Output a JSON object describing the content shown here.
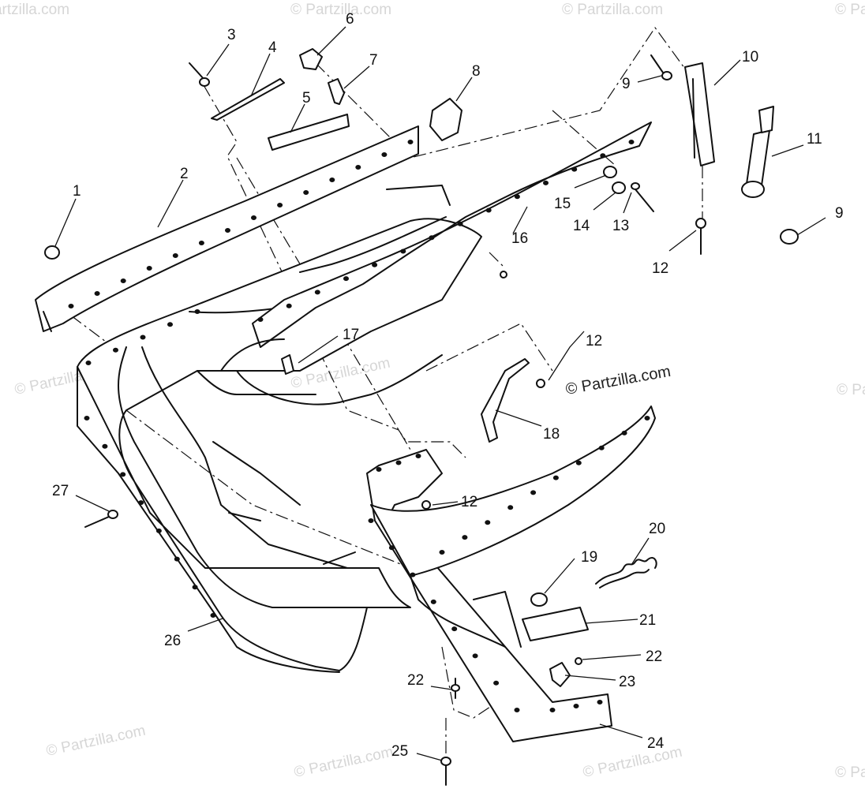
{
  "watermark": {
    "text": "© Partzilla.com"
  },
  "callouts": [
    {
      "id": "c1",
      "label": "1"
    },
    {
      "id": "c2",
      "label": "2"
    },
    {
      "id": "c3",
      "label": "3"
    },
    {
      "id": "c4",
      "label": "4"
    },
    {
      "id": "c5",
      "label": "5"
    },
    {
      "id": "c6",
      "label": "6"
    },
    {
      "id": "c7",
      "label": "7"
    },
    {
      "id": "c8",
      "label": "8"
    },
    {
      "id": "c9a",
      "label": "9"
    },
    {
      "id": "c9b",
      "label": "9"
    },
    {
      "id": "c10",
      "label": "10"
    },
    {
      "id": "c11",
      "label": "11"
    },
    {
      "id": "c12a",
      "label": "12"
    },
    {
      "id": "c12b",
      "label": "12"
    },
    {
      "id": "c12c",
      "label": "12"
    },
    {
      "id": "c13",
      "label": "13"
    },
    {
      "id": "c14",
      "label": "14"
    },
    {
      "id": "c15",
      "label": "15"
    },
    {
      "id": "c16",
      "label": "16"
    },
    {
      "id": "c17",
      "label": "17"
    },
    {
      "id": "c18",
      "label": "18"
    },
    {
      "id": "c19",
      "label": "19"
    },
    {
      "id": "c20",
      "label": "20"
    },
    {
      "id": "c21",
      "label": "21"
    },
    {
      "id": "c22a",
      "label": "22"
    },
    {
      "id": "c22b",
      "label": "22"
    },
    {
      "id": "c23",
      "label": "23"
    },
    {
      "id": "c24",
      "label": "24"
    },
    {
      "id": "c25",
      "label": "25"
    },
    {
      "id": "c26",
      "label": "26"
    },
    {
      "id": "c27",
      "label": "27"
    }
  ]
}
